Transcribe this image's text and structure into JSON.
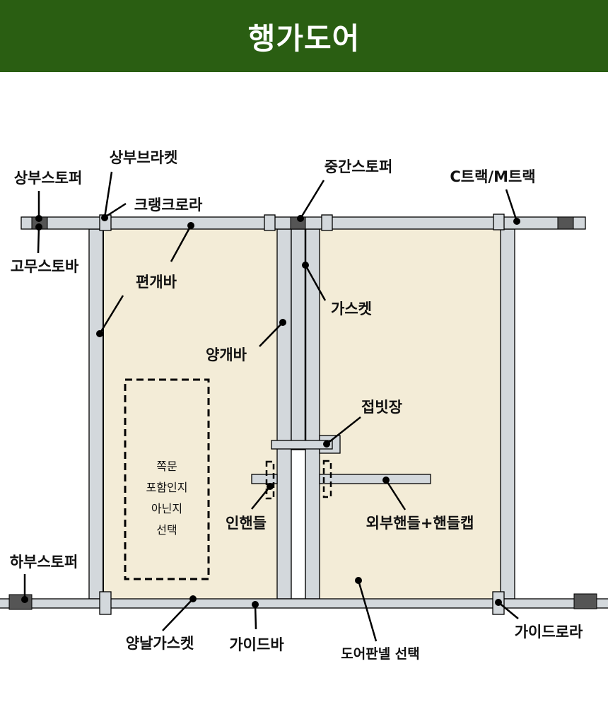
{
  "header": {
    "title": "행가도어",
    "bg_color": "#2a5e12"
  },
  "labels": {
    "top_stopper": "상부스토퍼",
    "top_bracket": "상부브라켓",
    "crank_roller": "크랭크로라",
    "middle_stopper": "중간스토퍼",
    "c_track": "C트랙/M트랙",
    "rubber_stopper": "고무스토바",
    "single_bar": "편개바",
    "gasket": "가스켓",
    "double_bar": "양개바",
    "hinge": "접빗장",
    "inner_handle": "인핸들",
    "outer_handle": "외부핸들+핸들캡",
    "bottom_stopper": "하부스토퍼",
    "double_gasket": "양날가스켓",
    "guide_bar": "가이드바",
    "door_panel": "도어판넬 선택",
    "guide_roller": "가이드로라"
  },
  "wicket_door": {
    "lines": [
      "쪽문",
      "포함인지",
      "아닌지",
      "선택"
    ]
  },
  "colors": {
    "panel": "#f3ecd7",
    "frame": "#d3d8dc",
    "stopper": "#555555"
  }
}
